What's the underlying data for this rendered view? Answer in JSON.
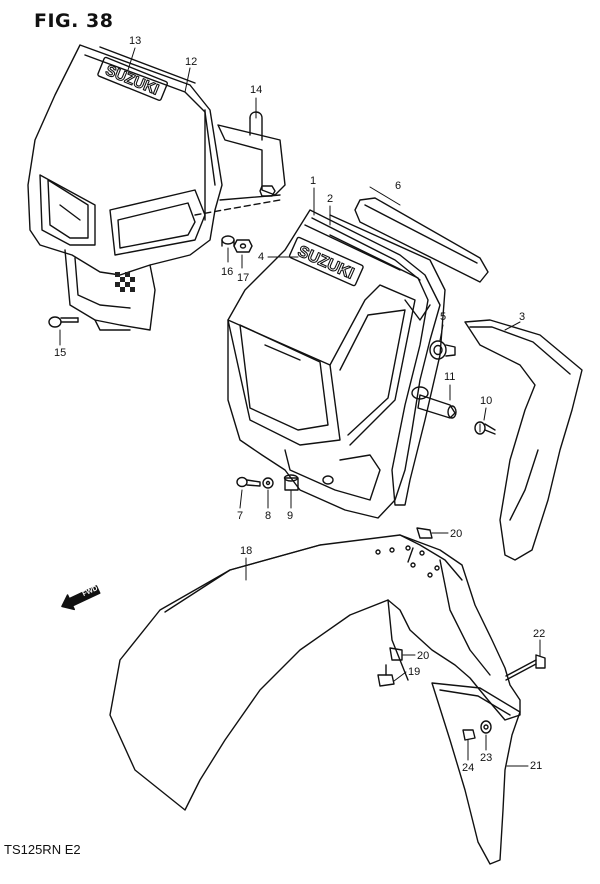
{
  "figure": {
    "title": "FIG. 38",
    "model_code": "TS125RN  E2"
  },
  "brand_marks": {
    "upper": "SUZUKI",
    "lower": "SUZUKI"
  },
  "direction_arrow": {
    "label": "FWD"
  },
  "part_numbers": {
    "p1": "1",
    "p2": "2",
    "p3": "3",
    "p4": "4",
    "p5": "5",
    "p6": "6",
    "p7": "7",
    "p8": "8",
    "p9": "9",
    "p10": "10",
    "p11": "11",
    "p12": "12",
    "p13": "13",
    "p14": "14",
    "p15": "15",
    "p16": "16",
    "p17": "17",
    "p18": "18",
    "p19": "19",
    "p20a": "20",
    "p20b": "20",
    "p21": "21",
    "p22": "22",
    "p23": "23",
    "p24": "24"
  }
}
